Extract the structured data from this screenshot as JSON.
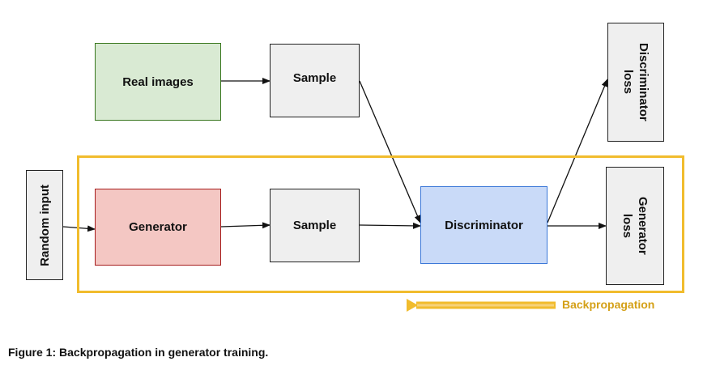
{
  "nodes": {
    "real_images": "Real images",
    "sample_top": "Sample",
    "random_input": "Random input",
    "generator": "Generator",
    "sample_bottom": "Sample",
    "discriminator": "Discriminator",
    "discriminator_loss": [
      "Discriminator",
      "loss"
    ],
    "generator_loss": [
      "Generator",
      "loss"
    ]
  },
  "backpropagation_label": "Backpropagation",
  "caption": "Figure 1: Backpropagation in generator training.",
  "colors": {
    "real_images_fill": "#d9ead3",
    "real_images_border": "#38761d",
    "generator_fill": "#f4c7c3",
    "generator_border": "#a61c1c",
    "discriminator_fill": "#c9daf8",
    "discriminator_border": "#3c78d8",
    "neutral_fill": "#efefef",
    "highlight": "#f1bc2d",
    "backprop_text": "#d4a017"
  }
}
